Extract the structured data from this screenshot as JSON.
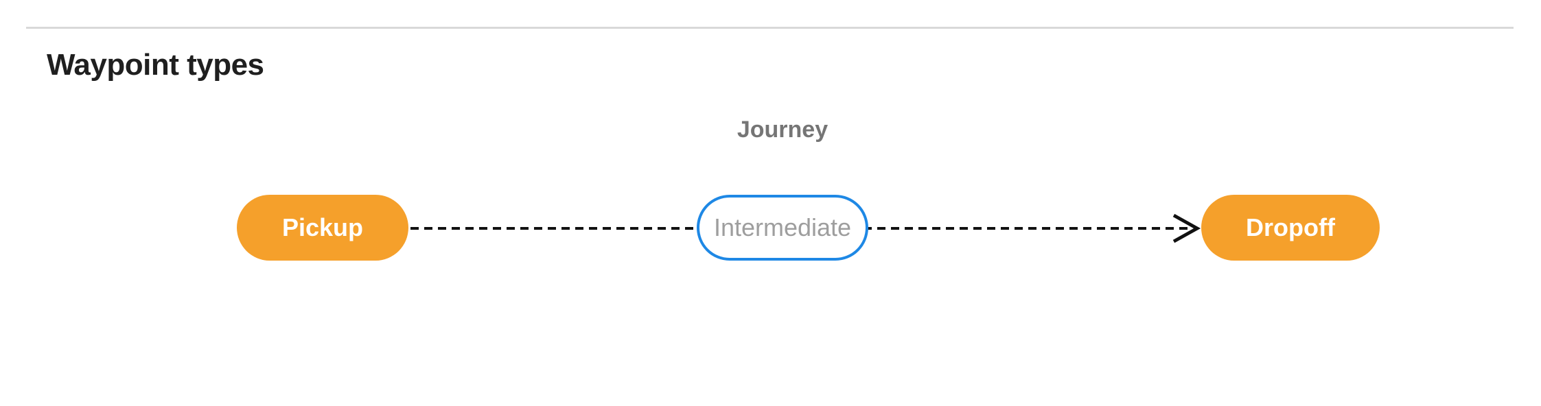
{
  "page": {
    "title": "Waypoint types"
  },
  "diagram": {
    "caption": "Journey",
    "nodes": [
      {
        "id": "pickup",
        "label": "Pickup",
        "type": "endpoint"
      },
      {
        "id": "intermediate",
        "label": "Intermediate",
        "type": "intermediate"
      },
      {
        "id": "dropoff",
        "label": "Dropoff",
        "type": "endpoint"
      }
    ],
    "connector": {
      "style": "dashed",
      "direction": "left-to-right",
      "arrowhead": "open-chevron-at-dropoff"
    }
  },
  "colors": {
    "endpoint_fill": "#F5A02B",
    "endpoint_text": "#FFFFFF",
    "intermediate_fill": "#FFFFFF",
    "intermediate_border": "#1E88E5",
    "intermediate_text": "#9E9E9E",
    "journey_label": "#757575",
    "heading_text": "#1F1F1F",
    "divider": "#D9D9D9",
    "connector": "#111111",
    "page_bg": "#FFFFFF"
  }
}
